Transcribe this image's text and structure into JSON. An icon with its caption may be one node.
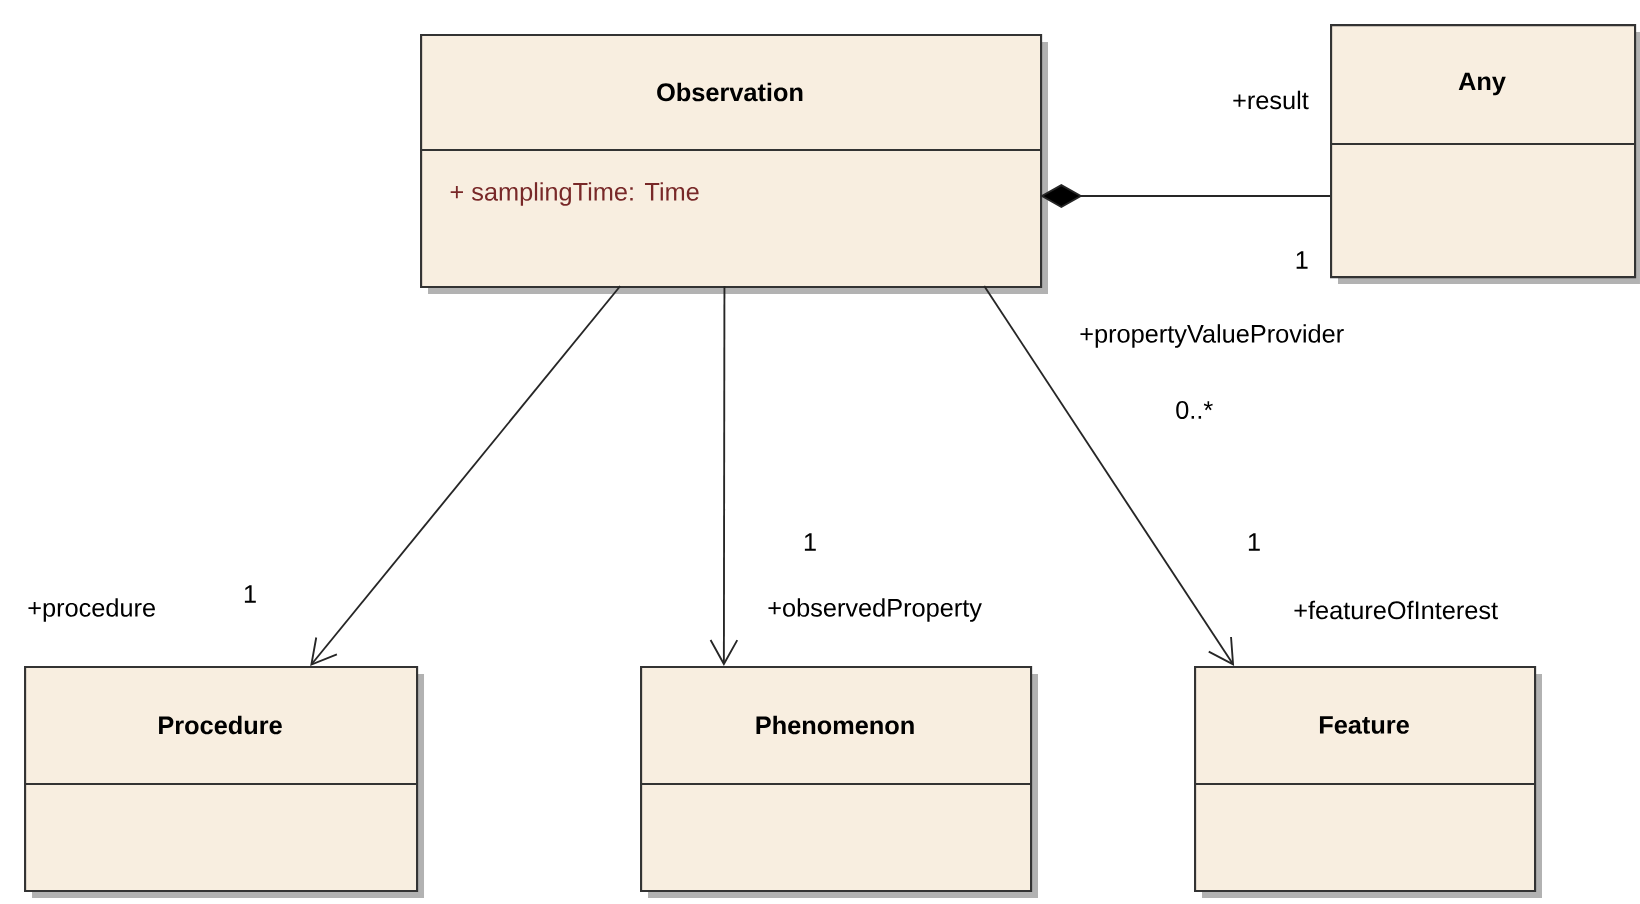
{
  "diagram": {
    "nodes": [
      {
        "text": [
          "Observation",
          "+ samplingTime: Time"
        ]
      },
      {
        "text": [
          "Any"
        ]
      },
      {
        "text": [
          "Procedure"
        ]
      },
      {
        "text": [
          "Phenomenon"
        ]
      },
      {
        "text": [
          "Feature"
        ]
      }
    ],
    "edges": [
      {
        "from": 0,
        "to": 1,
        "arrow": "other"
      },
      {
        "from": 0,
        "to": 2,
        "arrow": "to"
      },
      {
        "from": 0,
        "to": 3,
        "arrow": "to"
      },
      {
        "from": 0,
        "to": 4,
        "arrow": "to"
      }
    ],
    "labels": [
      "+result",
      "1",
      "+propertyValueProvider",
      "0..*",
      "1",
      "1",
      "1",
      "+procedure",
      "+observedProperty",
      "+featureOfInterest"
    ]
  }
}
